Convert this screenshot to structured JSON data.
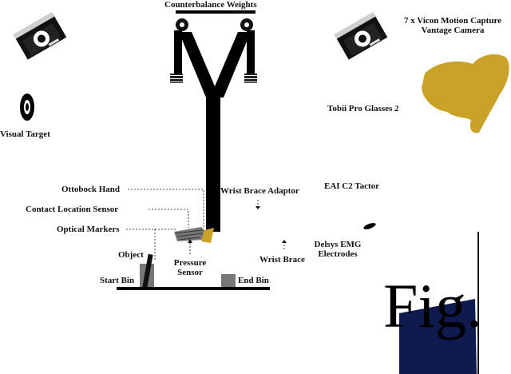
{
  "labels": {
    "counterbalance": "Counterbalance Weights",
    "vicon_line1": "7 x Vicon Motion Capture",
    "vicon_line2": "Vantage Camera",
    "tobii": "Tobii Pro Glasses 2",
    "visual_target": "Visual Target",
    "ottobock": "Ottobock Hand",
    "contact_sensor": "Contact Location Sensor",
    "optical_markers": "Optical Markers",
    "object": "Object",
    "pressure_line1": "Pressure",
    "pressure_line2": "Sensor",
    "wrist_adaptor": "Wrist Brace Adaptor",
    "eai_tactor": "EAI C2 Tactor",
    "delsys_line1": "Delsys EMG",
    "delsys_line2": "Electrodes",
    "wrist_brace": "Wrist Brace",
    "start_bin": "Start Bin",
    "end_bin": "End Bin",
    "fig": "Fig."
  },
  "icons": {
    "camera_left": "vicon-camera-icon",
    "camera_right": "vicon-camera-icon",
    "eye_target": "visual-target-icon",
    "glasses": "tobii-glasses-icon"
  },
  "colors": {
    "ink": "#111111",
    "gold": "#c9a227",
    "navy": "#0f1a4f",
    "bin_gray": "#777777"
  }
}
